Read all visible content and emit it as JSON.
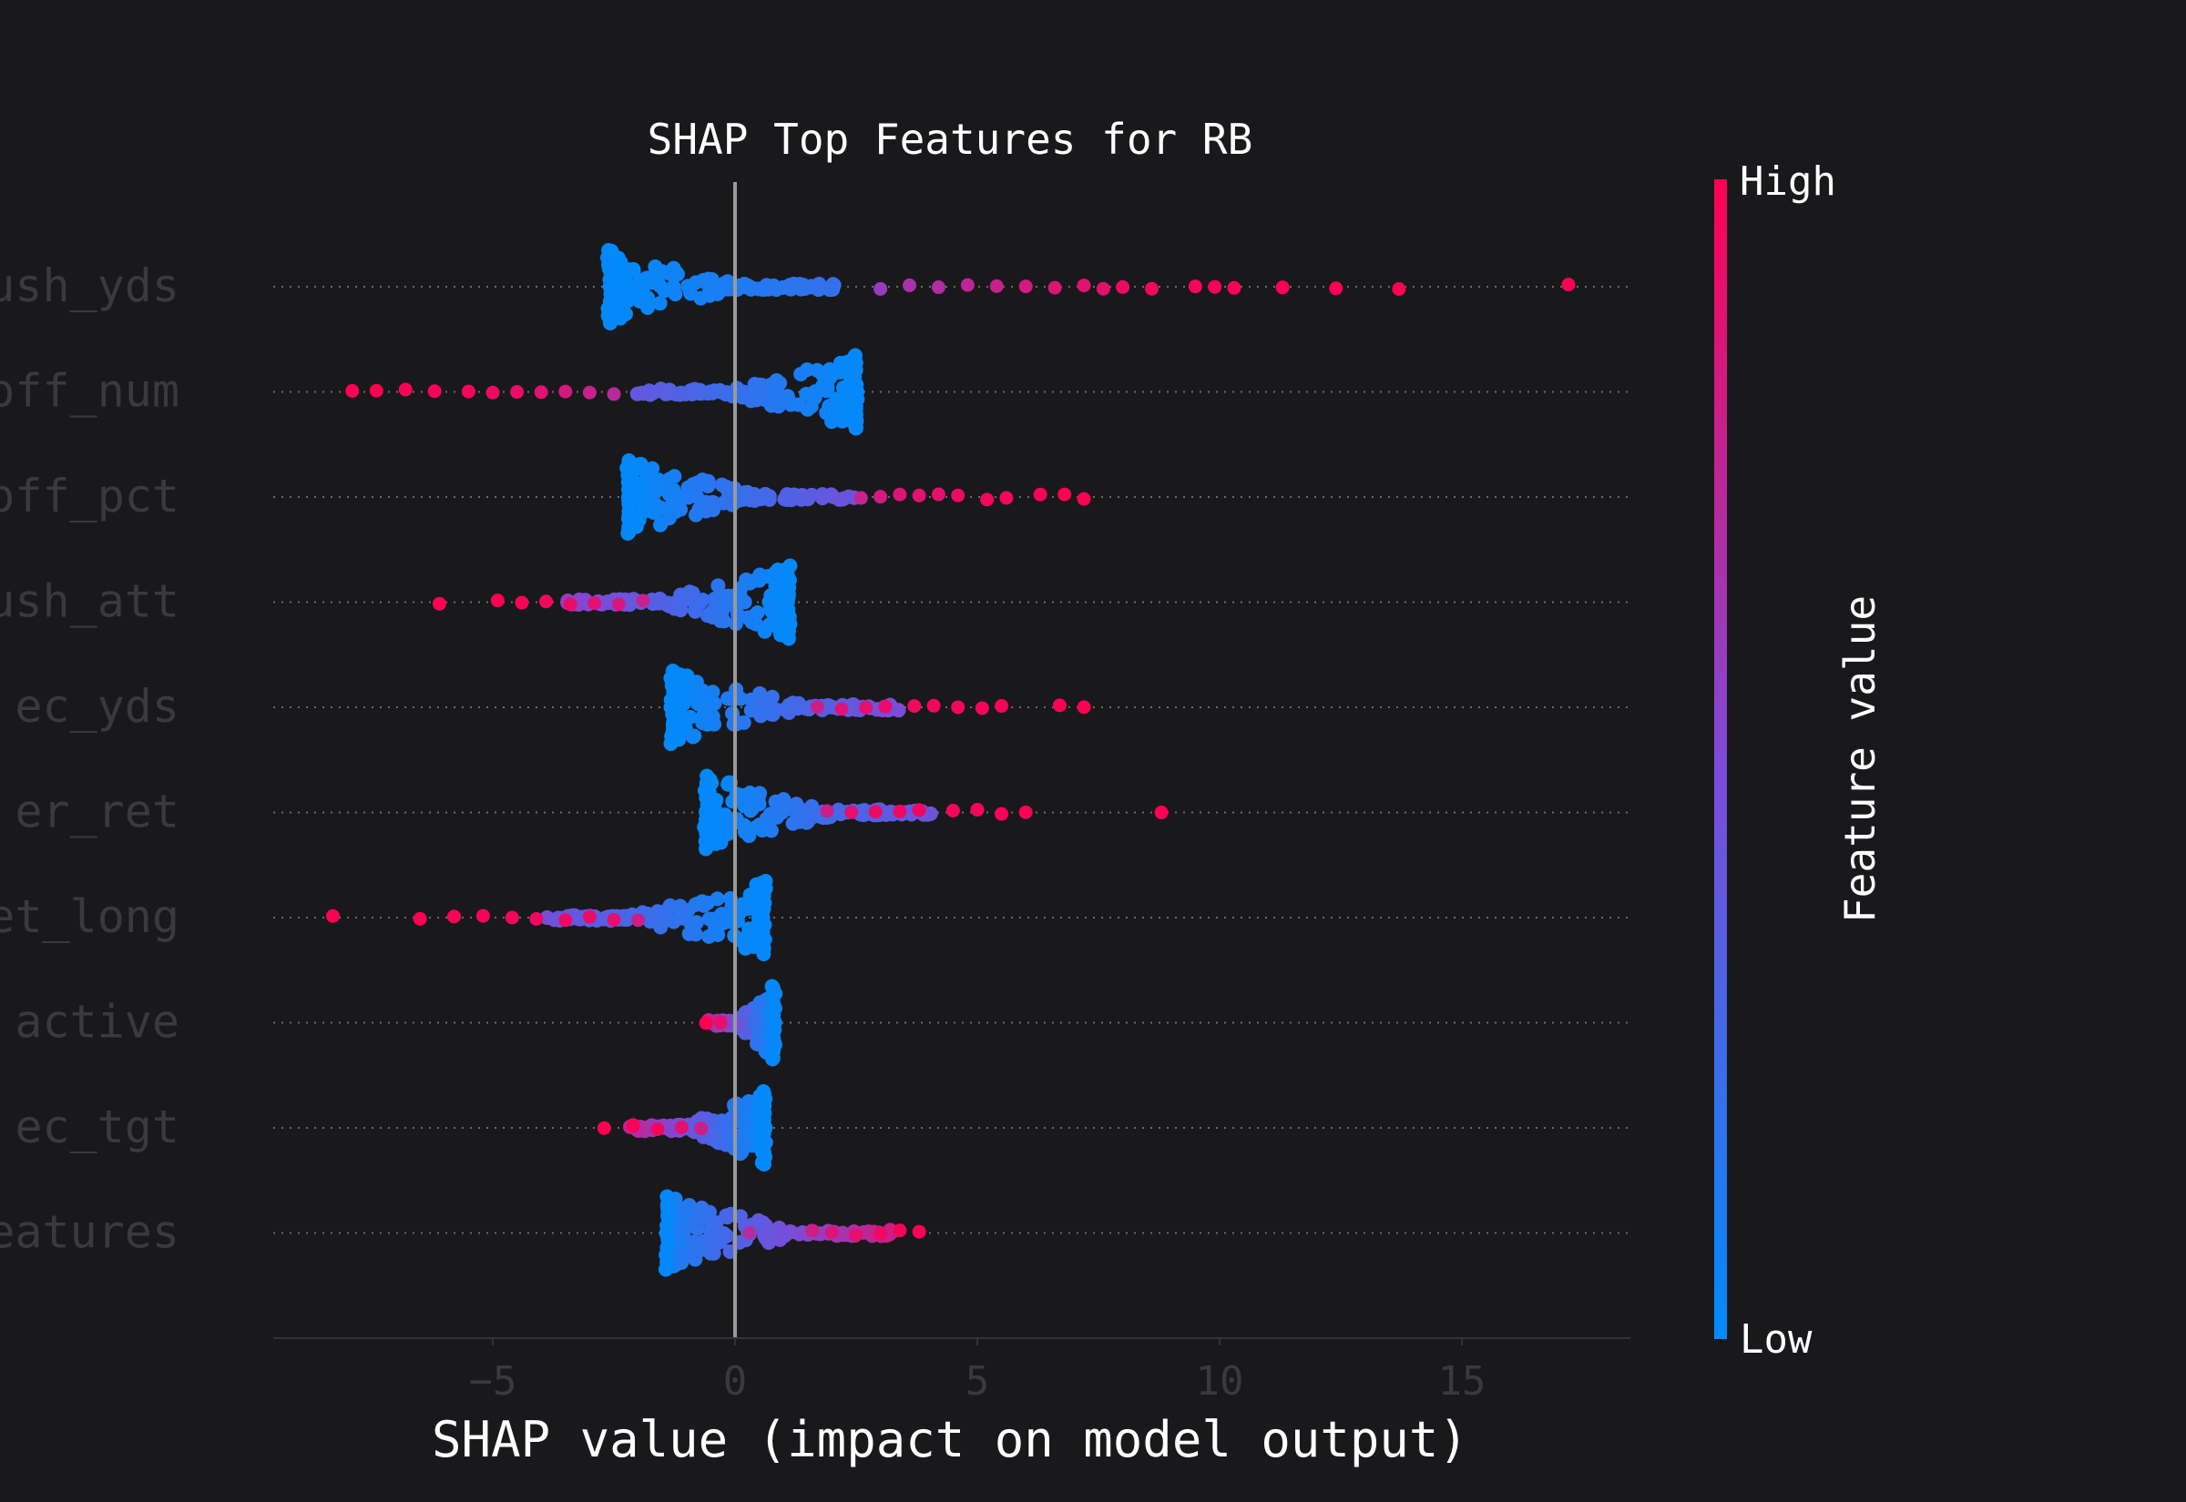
{
  "chart_data": {
    "type": "scatter",
    "title": "SHAP Top Features for RB",
    "xlabel": "SHAP value (impact on model output)",
    "ylabel": "",
    "xlim": [
      -9.5,
      18.5
    ],
    "xticks": [
      -5,
      0,
      5,
      10,
      15
    ],
    "xtick_labels": [
      "−5",
      "0",
      "5",
      "10",
      "15"
    ],
    "grid": false,
    "colorbar": {
      "label": "Feature value",
      "high_label": "High",
      "low_label": "Low",
      "low_color": "#008bfb",
      "high_color": "#ff0052"
    },
    "features": [
      {
        "label": "rush_yds",
        "visible_label": "ush_yds",
        "range": [
          -2.6,
          17.2
        ],
        "low_side": "left",
        "dense_edge": -2.6,
        "points": [
          [
            17.2,
            1
          ],
          [
            13.7,
            1
          ],
          [
            12.4,
            1
          ],
          [
            11.3,
            1
          ],
          [
            10.3,
            0.98
          ],
          [
            9.9,
            0.97
          ],
          [
            9.5,
            0.96
          ],
          [
            8.6,
            0.95
          ],
          [
            8.0,
            0.93
          ],
          [
            7.6,
            0.9
          ],
          [
            7.2,
            0.88
          ],
          [
            6.6,
            0.86
          ],
          [
            6.0,
            0.82
          ],
          [
            5.4,
            0.78
          ],
          [
            4.8,
            0.74
          ],
          [
            4.2,
            0.7
          ],
          [
            3.6,
            0.66
          ],
          [
            3.0,
            0.6
          ]
        ]
      },
      {
        "label": "off_num",
        "visible_label": "off_num",
        "range": [
          -7.9,
          2.5
        ],
        "low_side": "right",
        "dense_edge": 2.5,
        "points": [
          [
            -7.9,
            1
          ],
          [
            -7.4,
            1
          ],
          [
            -6.8,
            0.98
          ],
          [
            -6.2,
            0.97
          ],
          [
            -5.5,
            0.96
          ],
          [
            -5.0,
            0.94
          ],
          [
            -4.5,
            0.92
          ],
          [
            -4.0,
            0.88
          ],
          [
            -3.5,
            0.84
          ],
          [
            -3.0,
            0.78
          ],
          [
            -2.5,
            0.72
          ]
        ]
      },
      {
        "label": "off_pct",
        "visible_label": "off_pct",
        "range": [
          -2.2,
          7.2
        ],
        "low_side": "left",
        "dense_edge": -2.2,
        "points": [
          [
            7.2,
            1
          ],
          [
            6.8,
            1
          ],
          [
            6.3,
            0.98
          ],
          [
            5.6,
            0.96
          ],
          [
            5.2,
            0.95
          ],
          [
            4.6,
            0.93
          ],
          [
            4.2,
            0.9
          ],
          [
            3.8,
            0.88
          ],
          [
            3.4,
            0.86
          ],
          [
            3.0,
            0.82
          ],
          [
            2.6,
            0.76
          ]
        ]
      },
      {
        "label": "rush_att",
        "visible_label": "ush_att",
        "range": [
          -6.1,
          1.1
        ],
        "low_side": "right",
        "dense_edge": 1.1,
        "points": [
          [
            -6.1,
            1
          ],
          [
            -4.9,
            1
          ],
          [
            -4.4,
            0.98
          ],
          [
            -3.9,
            0.96
          ],
          [
            -3.4,
            0.92
          ],
          [
            -2.9,
            0.88
          ],
          [
            -2.4,
            0.84
          ],
          [
            -1.9,
            0.78
          ]
        ]
      },
      {
        "label": "rec_yds",
        "visible_label": "ec_yds",
        "range": [
          -1.3,
          7.2
        ],
        "low_side": "left",
        "dense_edge": -1.3,
        "points": [
          [
            7.2,
            1
          ],
          [
            6.7,
            1
          ],
          [
            5.5,
            0.98
          ],
          [
            5.1,
            0.97
          ],
          [
            4.6,
            0.96
          ],
          [
            4.1,
            0.95
          ],
          [
            3.7,
            0.94
          ],
          [
            3.1,
            0.92
          ],
          [
            2.7,
            0.9
          ],
          [
            2.2,
            0.86
          ],
          [
            1.7,
            0.8
          ]
        ]
      },
      {
        "label": "yds_per_ret",
        "visible_label": "er_ret",
        "range": [
          -0.6,
          8.8
        ],
        "low_side": "left",
        "dense_edge": -0.6,
        "points": [
          [
            8.8,
            1
          ],
          [
            6.0,
            1
          ],
          [
            5.5,
            0.98
          ],
          [
            5.0,
            0.97
          ],
          [
            4.5,
            0.96
          ],
          [
            3.8,
            0.95
          ],
          [
            3.4,
            0.94
          ],
          [
            2.9,
            0.93
          ],
          [
            2.4,
            0.9
          ],
          [
            1.9,
            0.8
          ]
        ]
      },
      {
        "label": "ret_long",
        "visible_label": "et_long",
        "range": [
          -8.3,
          0.6
        ],
        "low_side": "right",
        "dense_edge": 0.6,
        "points": [
          [
            -8.3,
            1
          ],
          [
            -6.5,
            1
          ],
          [
            -5.8,
            0.98
          ],
          [
            -5.2,
            0.97
          ],
          [
            -4.6,
            0.96
          ],
          [
            -4.1,
            0.95
          ],
          [
            -3.5,
            0.94
          ],
          [
            -3.0,
            0.92
          ],
          [
            -2.5,
            0.9
          ],
          [
            -2.0,
            0.8
          ]
        ]
      },
      {
        "label": "active",
        "visible_label": "active",
        "range": [
          -0.8,
          0.8
        ],
        "low_side": "right",
        "dense_edge": 0.8,
        "points": [
          [
            -0.6,
            1
          ],
          [
            -0.3,
            0.9
          ]
        ]
      },
      {
        "label": "rec_tgt",
        "visible_label": "ec_tgt",
        "range": [
          -2.7,
          0.6
        ],
        "low_side": "right",
        "dense_edge": 0.6,
        "points": [
          [
            -2.7,
            1
          ],
          [
            -2.1,
            0.98
          ],
          [
            -1.6,
            0.95
          ],
          [
            -1.1,
            0.9
          ],
          [
            -0.7,
            0.8
          ]
        ]
      },
      {
        "label": "other features",
        "visible_label": "eatures",
        "range": [
          -1.9,
          3.8
        ],
        "low_side": "left",
        "dense_edge": -1.4,
        "points": [
          [
            3.8,
            1
          ],
          [
            3.4,
            0.97
          ],
          [
            3.0,
            0.94
          ],
          [
            2.5,
            0.9
          ],
          [
            2.0,
            0.86
          ],
          [
            1.6,
            0.8
          ],
          [
            0.3,
            0.7
          ]
        ]
      }
    ]
  }
}
